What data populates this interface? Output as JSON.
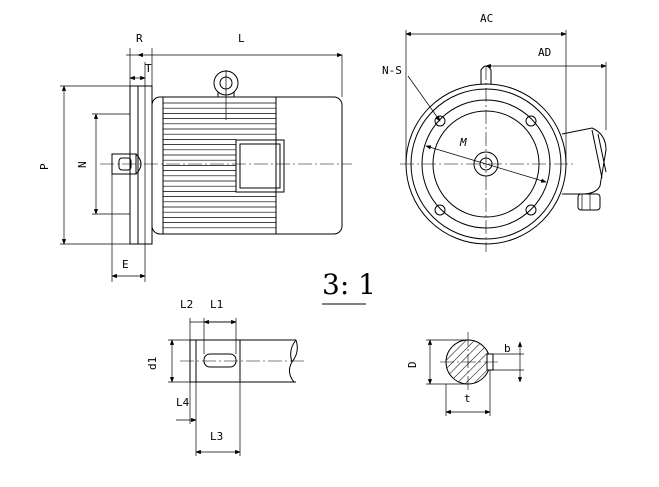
{
  "labels": {
    "R": "R",
    "L": "L",
    "T": "T",
    "P": "P",
    "N": "N",
    "E": "E",
    "AC": "AC",
    "AD": "AD",
    "NS": "N-S",
    "M": "M",
    "L2": "L2",
    "L1": "L1",
    "d1": "d1",
    "L4": "L4",
    "L3": "L3",
    "D": "D",
    "b": "b",
    "t": "t"
  },
  "scale": "3: 1"
}
